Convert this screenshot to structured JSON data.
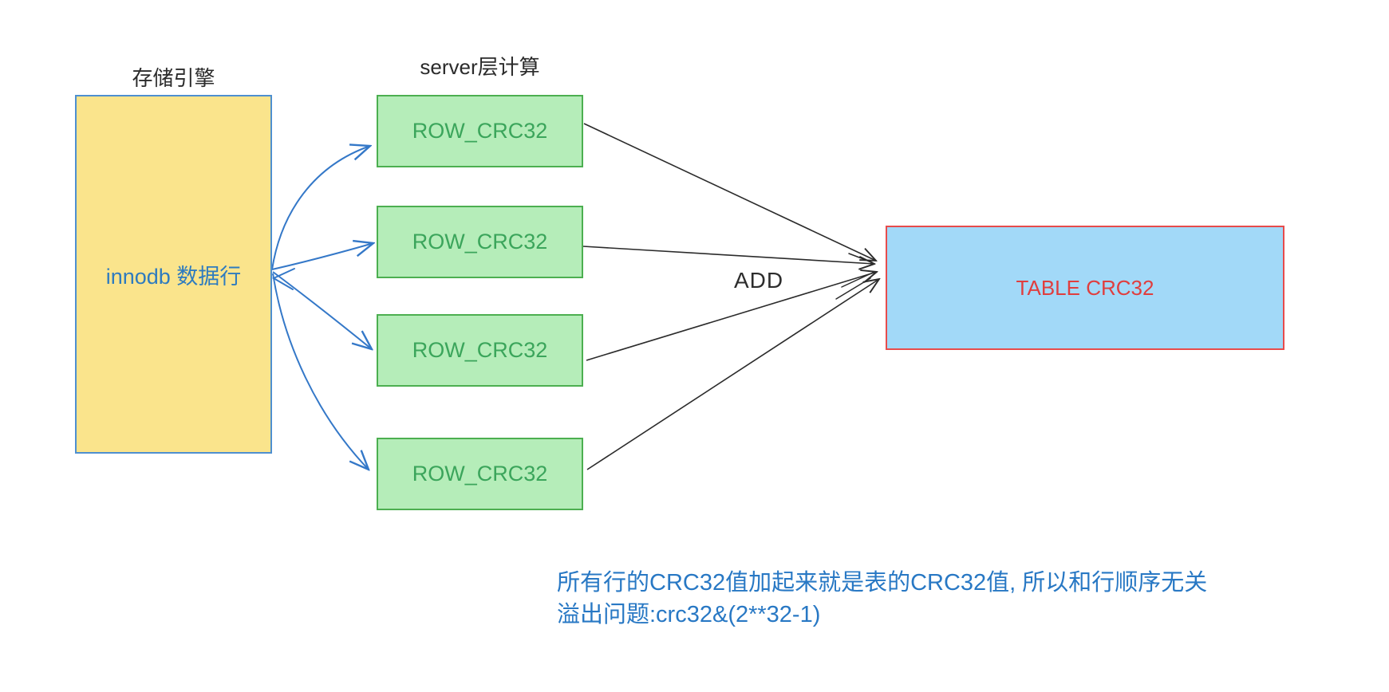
{
  "diagram": {
    "storage_engine": {
      "title": "存储引擎",
      "box_label": "innodb 数据行"
    },
    "server_layer": {
      "title": "server层计算",
      "row_boxes": [
        "ROW_CRC32",
        "ROW_CRC32",
        "ROW_CRC32",
        "ROW_CRC32"
      ]
    },
    "aggregate": {
      "operation_label": "ADD",
      "table_box_label": "TABLE CRC32"
    },
    "notes": {
      "line1": "所有行的CRC32值加起来就是表的CRC32值, 所以和行顺序无关",
      "line2": "溢出问题:crc32&(2**32-1)"
    },
    "colors": {
      "storage_box_fill": "#FAE48C",
      "storage_box_border": "#4E8FD0",
      "storage_text": "#2E7BBF",
      "row_box_fill": "#B5EDB9",
      "row_box_border": "#4CAF50",
      "row_text": "#3BA55B",
      "table_box_fill": "#A2D9F8",
      "table_box_border": "#E74C4C",
      "table_text": "#E03E3E",
      "note_text": "#2878C4",
      "flow_arrow": "#3478C8",
      "sum_arrow": "#2B2B2B"
    }
  }
}
